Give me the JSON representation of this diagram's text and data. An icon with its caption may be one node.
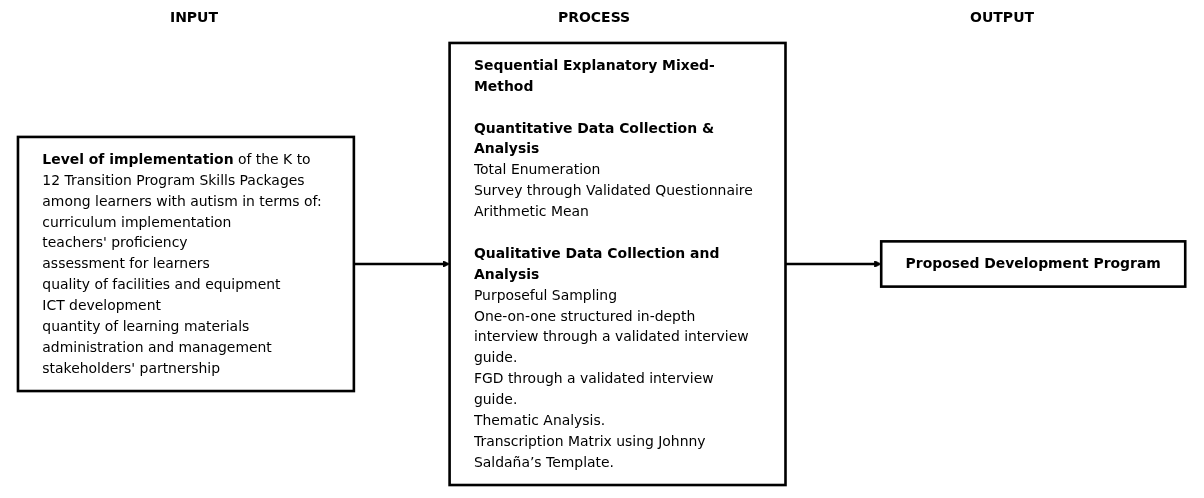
{
  "diagram": {
    "nodes": [
      {
        "text": [
          "**Level of implementation** of the K to 12 Transition Program Skills Packages among learners with autism in terms of:",
          "curriculum implementation",
          "teachers' proficiency",
          "assessment for learners",
          "quality of facilities and equipment",
          "ICT development",
          "quantity of learning materials",
          "administration and management",
          "stakeholders' partnership"
        ]
      },
      {
        "text": [
          "Sequential Explanatory Mixed- Method",
          "Quantitative Data Collection & Analysis",
          "Total Enumeration",
          "Survey through Validated Questionnaire",
          "Arithmetic Mean",
          "Qualitative Data Collection and Analysis",
          "Purposeful Sampling",
          "One-on-one structured in-depth interview through a validated interview guide.",
          "FGD through a validated interview guide.",
          "Thematic Analysis.",
          "Transcription Matrix using Johnny Saldaña’s Template."
        ]
      },
      {
        "text": [
          "Proposed Development Program"
        ]
      }
    ],
    "edges": [
      {
        "from": 0,
        "to": 1,
        "arrow": "to"
      },
      {
        "from": 1,
        "to": 2,
        "arrow": "to"
      }
    ],
    "labels": [
      "INPUT",
      "PROCESS",
      "OUTPUT"
    ]
  }
}
